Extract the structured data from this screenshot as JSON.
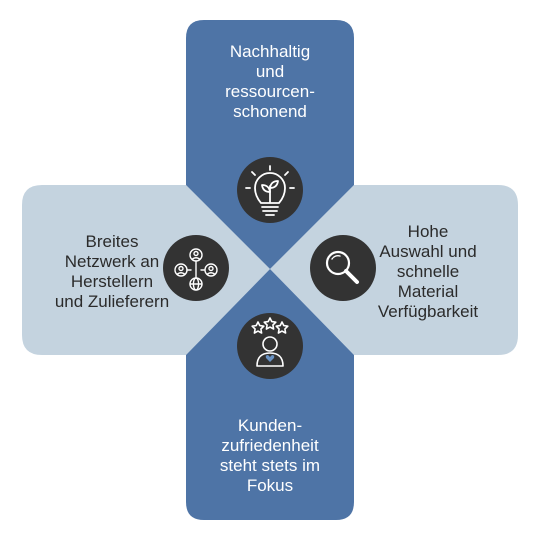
{
  "colors": {
    "vertical_bar": "#4e74a6",
    "horizontal_bar": "#c4d3df",
    "icon_circle": "#333333",
    "icon_stroke": "#ffffff",
    "heart_accent": "#6a93c4"
  },
  "segments": {
    "top": {
      "text": "Nachhaltig\nund\nressourcen-\nschonend",
      "icon": "lightbulb-plant-icon"
    },
    "right": {
      "text": "Hohe\nAuswahl und\nschnelle\nMaterial\nVerfügbarkeit",
      "icon": "magnifier-icon"
    },
    "bottom": {
      "text": "Kunden-\nzufriedenheit\nsteht stets im\nFokus",
      "icon": "customer-rating-icon"
    },
    "left": {
      "text": "Breites\nNetzwerk an\nHerstellern\nund Zulieferern",
      "icon": "network-people-icon"
    }
  }
}
